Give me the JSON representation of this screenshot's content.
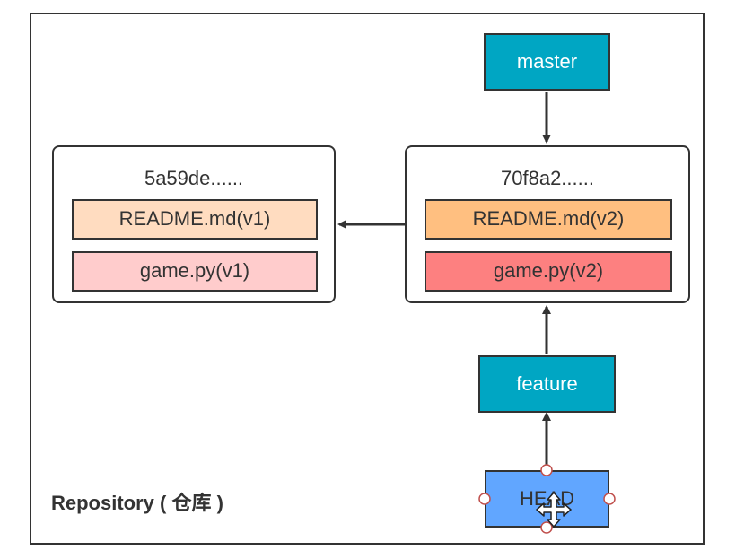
{
  "repository": {
    "label": "Repository ( 仓库 )"
  },
  "commits": [
    {
      "id": "5a59de......",
      "files": [
        {
          "label": "README.md(v1)",
          "color": "#ffdcc0"
        },
        {
          "label": "game.py(v1)",
          "color": "#ffcccc"
        }
      ]
    },
    {
      "id": "70f8a2......",
      "files": [
        {
          "label": "README.md(v2)",
          "color": "#ffbf80"
        },
        {
          "label": "game.py(v2)",
          "color": "#fd8080"
        }
      ]
    }
  ],
  "branches": {
    "master": {
      "label": "master",
      "color": "#00a6c3"
    },
    "feature": {
      "label": "feature",
      "color": "#00a6c3"
    },
    "head": {
      "label": "HEAD",
      "color": "#61a6ff",
      "selected": true
    }
  },
  "colors": {
    "border": "#333333",
    "selection_handle": "#c0504d"
  },
  "icons": [
    "move-cursor-icon"
  ]
}
